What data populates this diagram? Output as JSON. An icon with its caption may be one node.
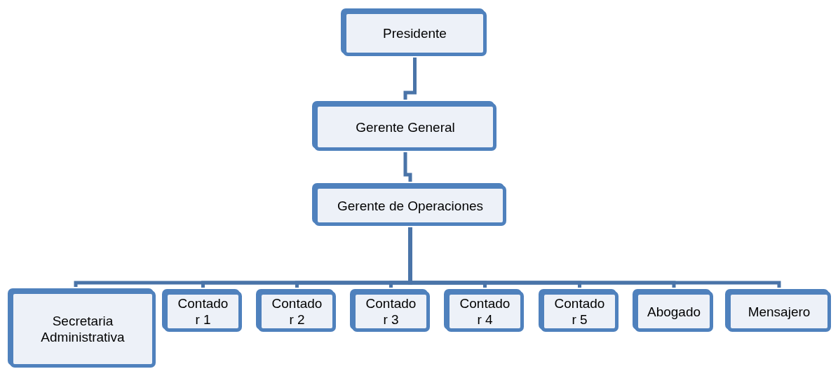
{
  "diagram": {
    "nodes": [
      {
        "text": [
          "Presidente"
        ]
      },
      {
        "text": [
          "Gerente General"
        ]
      },
      {
        "text": [
          "Gerente de Operaciones"
        ]
      },
      {
        "text": [
          "Secretaria Administrativa"
        ]
      },
      {
        "text": [
          "Contado r 1"
        ]
      },
      {
        "text": [
          "Contado r 2"
        ]
      },
      {
        "text": [
          "Contado r 3"
        ]
      },
      {
        "text": [
          "Contado r 4"
        ]
      },
      {
        "text": [
          "Contado r 5"
        ]
      },
      {
        "text": [
          "Abogado"
        ]
      },
      {
        "text": [
          "Mensajero"
        ]
      }
    ],
    "edges": [
      {
        "from": 0,
        "to": 1,
        "arrow": "none"
      },
      {
        "from": 1,
        "to": 2,
        "arrow": "none"
      },
      {
        "from": 2,
        "to": 3,
        "arrow": "none"
      },
      {
        "from": 2,
        "to": 4,
        "arrow": "none"
      },
      {
        "from": 2,
        "to": 5,
        "arrow": "none"
      },
      {
        "from": 2,
        "to": 6,
        "arrow": "none"
      },
      {
        "from": 2,
        "to": 7,
        "arrow": "none"
      },
      {
        "from": 2,
        "to": 8,
        "arrow": "none"
      },
      {
        "from": 2,
        "to": 9,
        "arrow": "none"
      },
      {
        "from": 2,
        "to": 10,
        "arrow": "none"
      }
    ]
  }
}
